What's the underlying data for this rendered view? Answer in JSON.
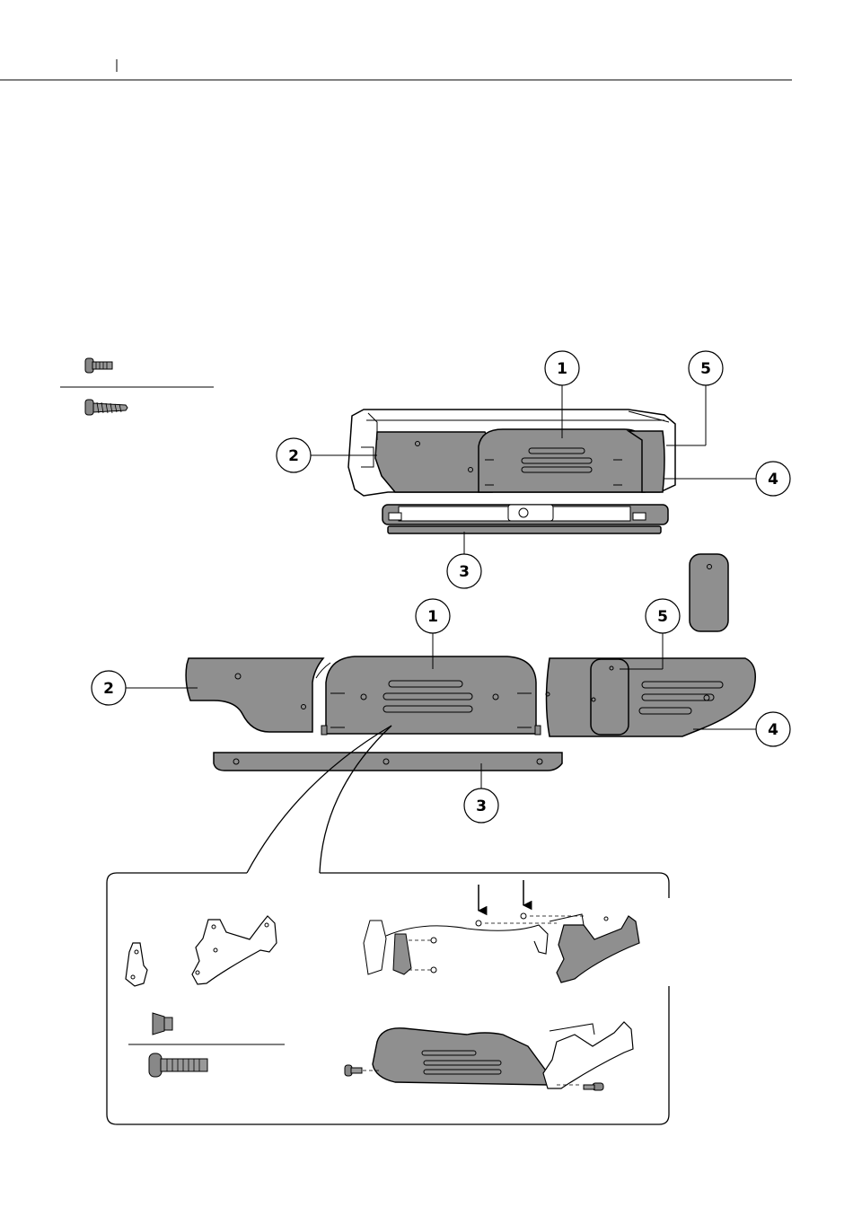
{
  "callouts": {
    "top": {
      "c1": "1",
      "c2": "2",
      "c3": "3",
      "c4": "4",
      "c5": "5"
    },
    "middle": {
      "c1": "1",
      "c2": "2",
      "c3": "3",
      "c4": "4",
      "c5": "5"
    }
  },
  "colors": {
    "part_fill": "#8f8f8f",
    "line": "#000000",
    "background": "#ffffff"
  },
  "icons": {
    "machine_screw": "machine-screw-icon",
    "tapping_screw": "tapping-screw-icon",
    "flat_head_screw": "flat-head-screw-icon",
    "button_head_bolt": "button-head-bolt-icon",
    "down_arrow": "down-arrow-icon"
  }
}
